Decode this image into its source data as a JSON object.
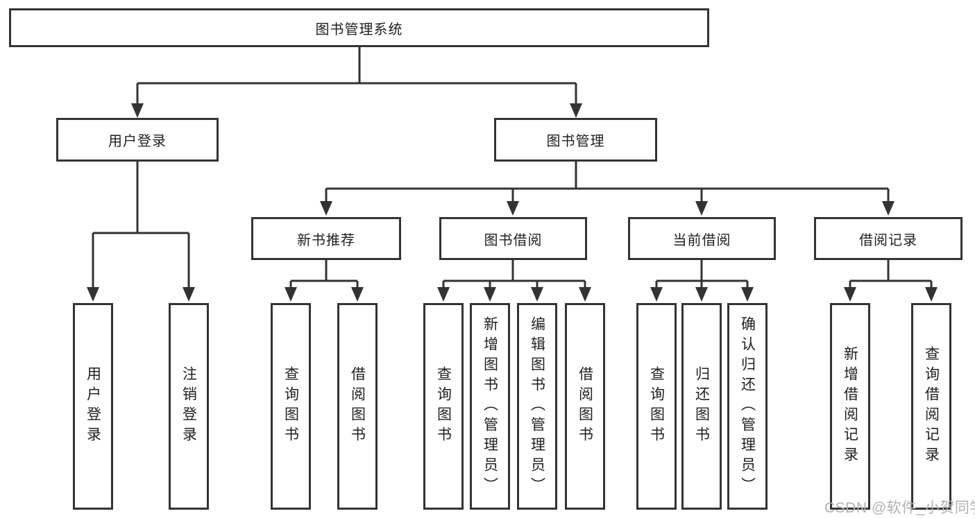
{
  "diagram": {
    "root": {
      "label": "图书管理系统"
    },
    "branches": [
      {
        "label": "用户登录",
        "children": [
          {
            "label": "用户登录"
          },
          {
            "label": "注销登录"
          }
        ]
      },
      {
        "label": "图书管理",
        "children": [
          {
            "label": "新书推荐",
            "children": [
              {
                "label": "查询图书"
              },
              {
                "label": "借阅图书"
              }
            ]
          },
          {
            "label": "图书借阅",
            "children": [
              {
                "label": "查询图书"
              },
              {
                "label": "新增图书（管理员）"
              },
              {
                "label": "编辑图书（管理员）"
              },
              {
                "label": "借阅图书"
              }
            ]
          },
          {
            "label": "当前借阅",
            "children": [
              {
                "label": "查询图书"
              },
              {
                "label": "归还图书"
              },
              {
                "label": "确认归还（管理员）"
              }
            ]
          },
          {
            "label": "借阅记录",
            "children": [
              {
                "label": "新增借阅记录"
              },
              {
                "label": "查询借阅记录"
              }
            ]
          }
        ]
      }
    ]
  },
  "watermark": {
    "text": "CSDN @软件_小贺同学"
  },
  "colors": {
    "line": "#333333",
    "box_border": "#333333",
    "text": "#1f1f1f",
    "watermark": "#b2b2b2",
    "background": "#ffffff"
  }
}
